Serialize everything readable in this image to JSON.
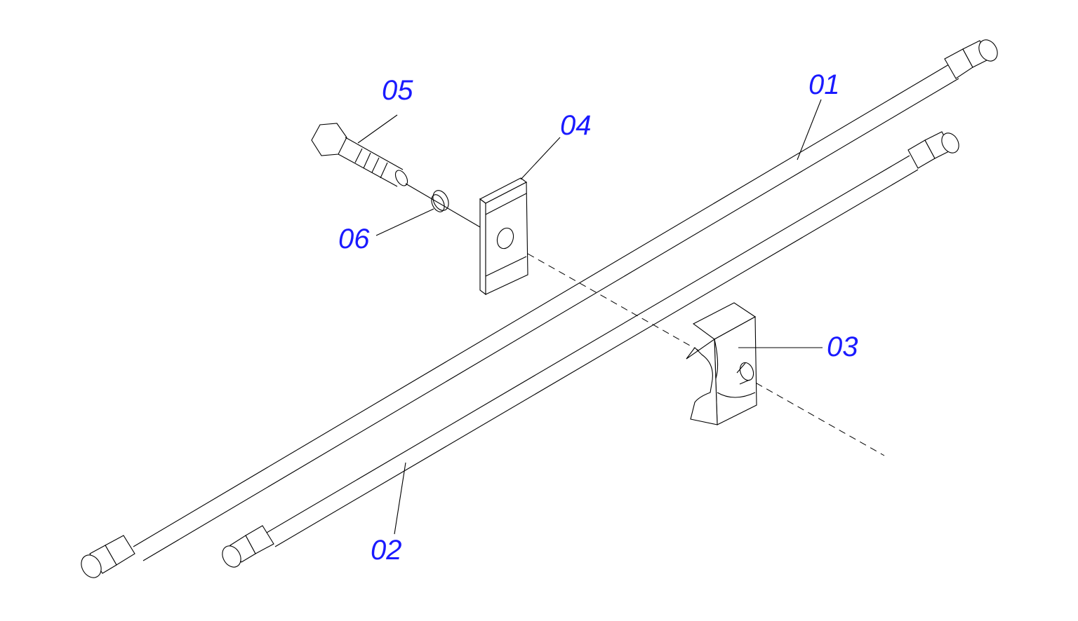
{
  "colors": {
    "label": "#1a1aff",
    "line": "#000000",
    "background": "#ffffff"
  },
  "labels": {
    "part_01": "01",
    "part_02": "02",
    "part_03": "03",
    "part_04": "04",
    "part_05": "05",
    "part_06": "06"
  }
}
